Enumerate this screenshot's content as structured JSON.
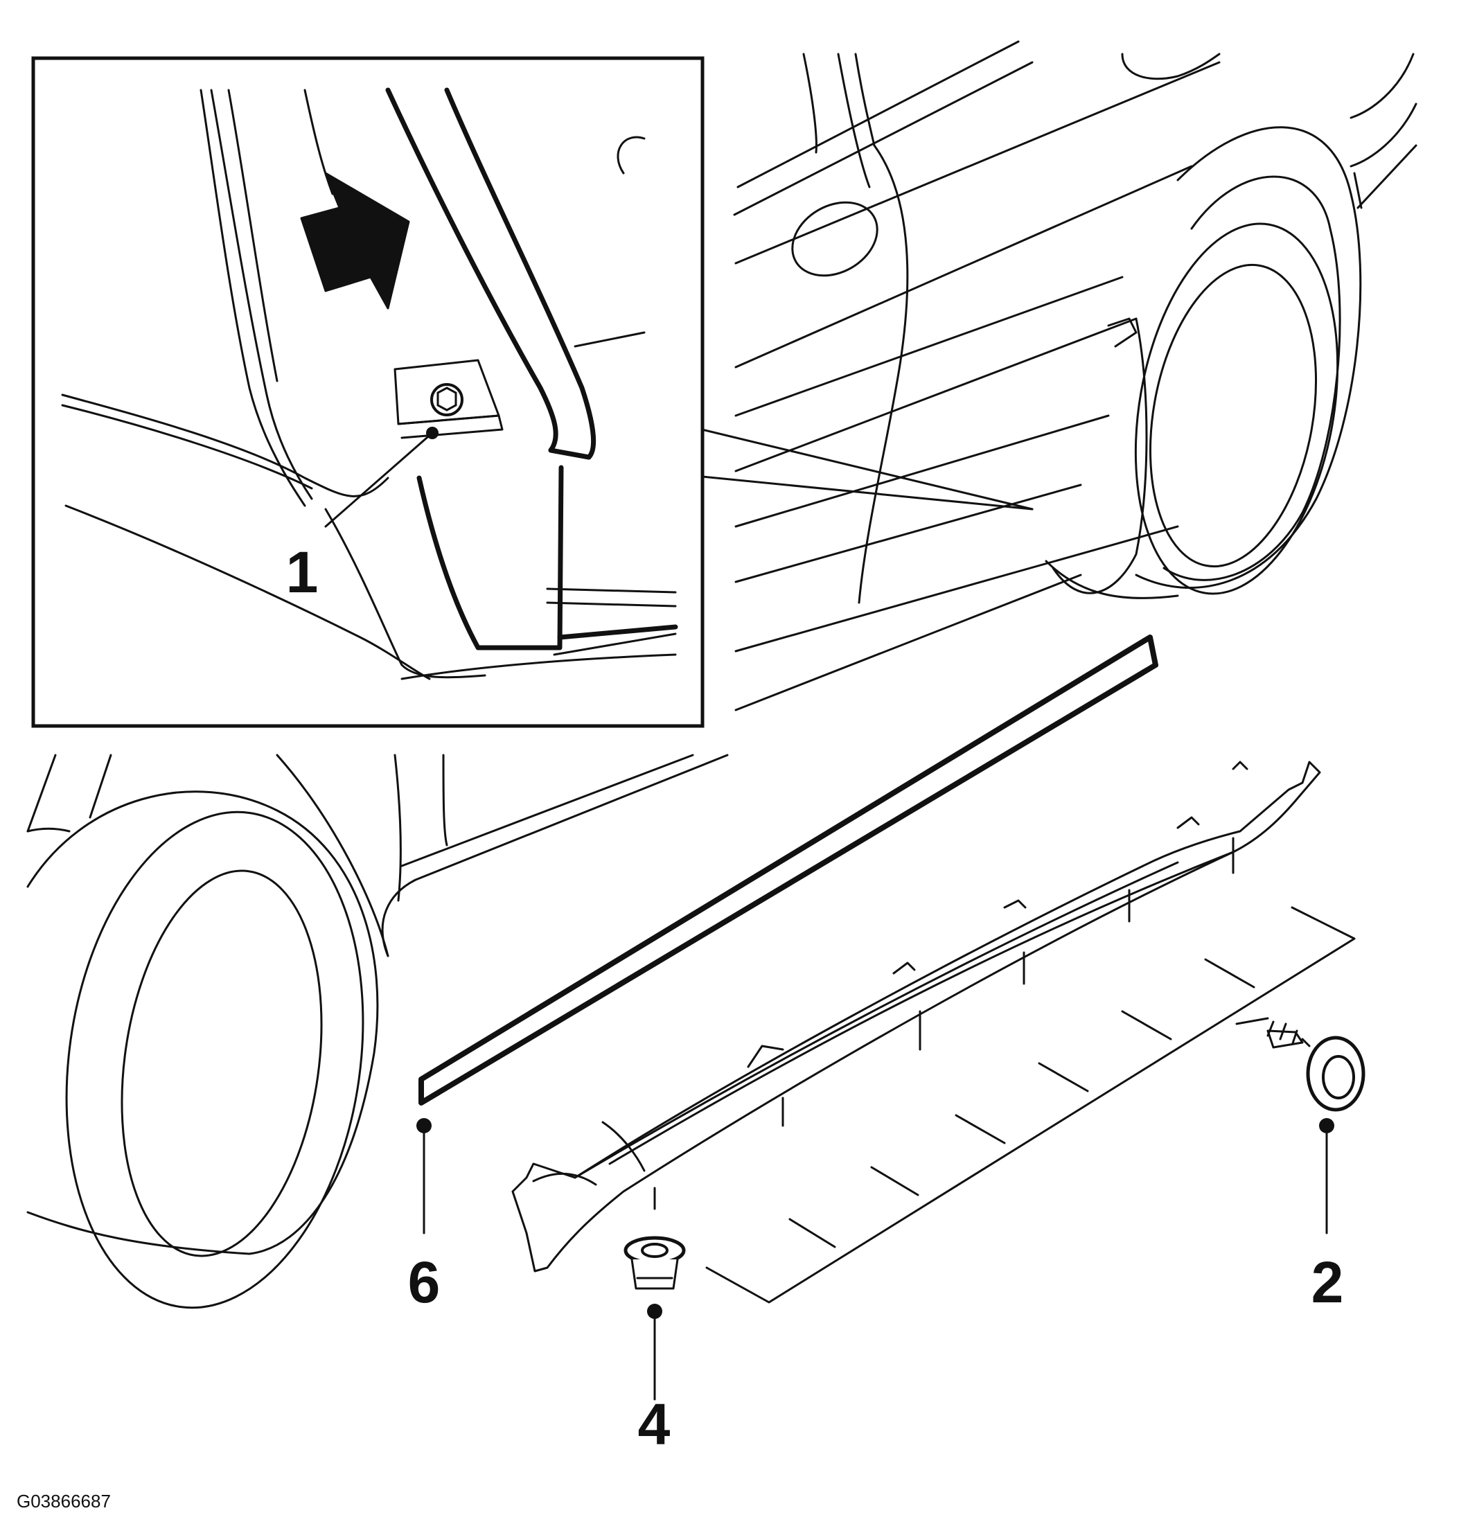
{
  "figure": {
    "reference_code": "G03866687",
    "callouts": [
      {
        "id": "1",
        "label": "1"
      },
      {
        "id": "2",
        "label": "2"
      },
      {
        "id": "4",
        "label": "4"
      },
      {
        "id": "6",
        "label": "6"
      }
    ],
    "colors": {
      "line": "#111111",
      "background": "#ffffff"
    }
  }
}
